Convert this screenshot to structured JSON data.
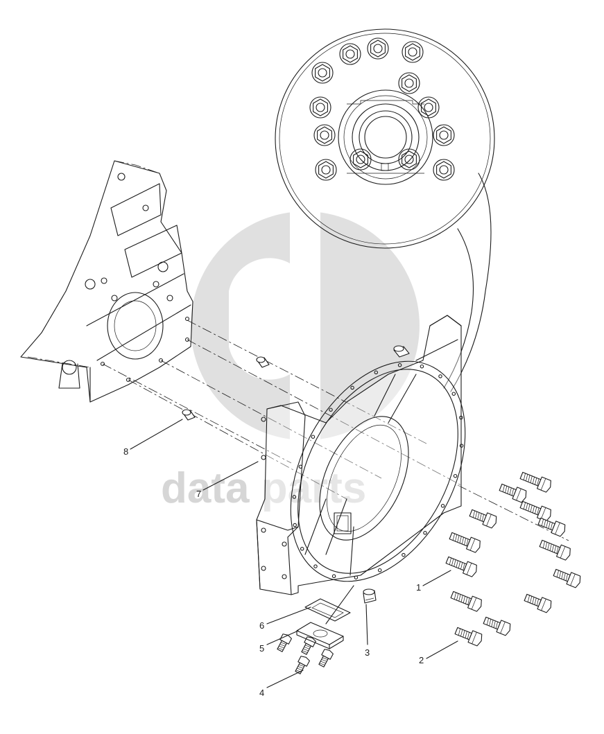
{
  "diagram": {
    "callouts": [
      {
        "id": "1",
        "label": "1"
      },
      {
        "id": "2",
        "label": "2"
      },
      {
        "id": "3",
        "label": "3"
      },
      {
        "id": "4",
        "label": "4"
      },
      {
        "id": "5",
        "label": "5"
      },
      {
        "id": "6",
        "label": "6"
      },
      {
        "id": "7",
        "label": "7"
      },
      {
        "id": "8",
        "label": "8"
      }
    ]
  },
  "watermark": {
    "text": "data  parts",
    "color": "#d6d6d6"
  },
  "colors": {
    "line": "#1a1a1a",
    "background": "#ffffff"
  }
}
